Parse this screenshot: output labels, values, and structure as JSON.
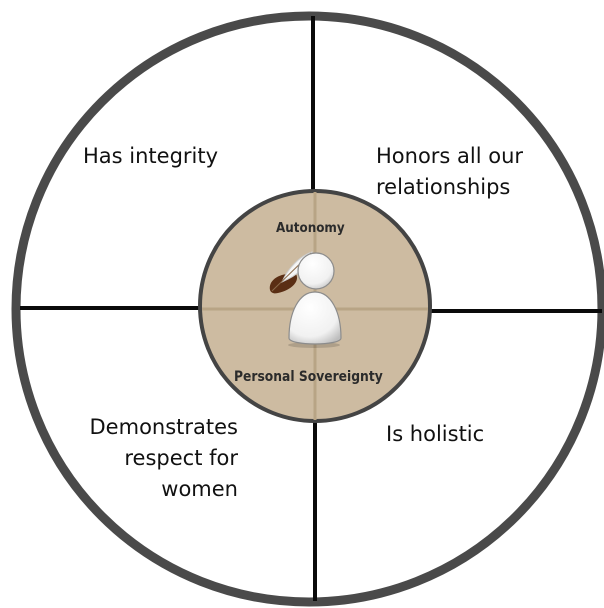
{
  "diagram": {
    "quadrants": {
      "top_left": {
        "lines": [
          "Has integrity"
        ]
      },
      "top_right": {
        "lines": [
          "Honors all our",
          "relationships"
        ]
      },
      "bottom_left": {
        "lines": [
          "Demonstrates",
          "respect for",
          "women"
        ]
      },
      "bottom_right": {
        "lines": [
          "Is holistic"
        ]
      }
    },
    "center": {
      "top_label": "Autonomy",
      "bottom_label": "Personal Sovereignty",
      "icons": [
        "person-icon",
        "feather-icon"
      ]
    },
    "colors": {
      "ring": "#4a4a4a",
      "divider": "#0a0a0a",
      "center_fill": "#cdbba1",
      "center_border": "#444444",
      "feather_tip": "#5a2e14"
    }
  }
}
